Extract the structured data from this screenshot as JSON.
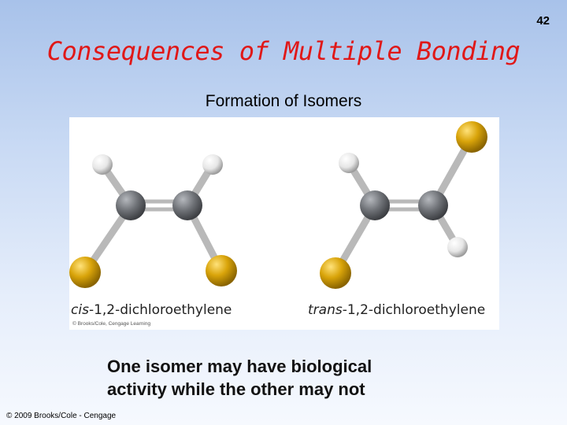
{
  "slide": {
    "number": "42",
    "title": "Consequences of Multiple Bonding",
    "subtitle": "Formation of Isomers",
    "figure": {
      "cis_prefix": "cis",
      "cis_name": "-1,2-dichloroethylene",
      "trans_prefix": "trans",
      "trans_name": "-1,2-dichloroethylene",
      "credit": "© Brooks/Cole, Cengage Learning",
      "atom_colors": {
        "carbon": "#6e7176",
        "hydrogen": "#f2f2f2",
        "chlorine": "#d9a40a",
        "bond": "#b9b9b9"
      }
    },
    "body_line1": "One isomer may have biological",
    "body_line2": "activity while the other may not",
    "footer": "© 2009 Brooks/Cole - Cengage"
  }
}
